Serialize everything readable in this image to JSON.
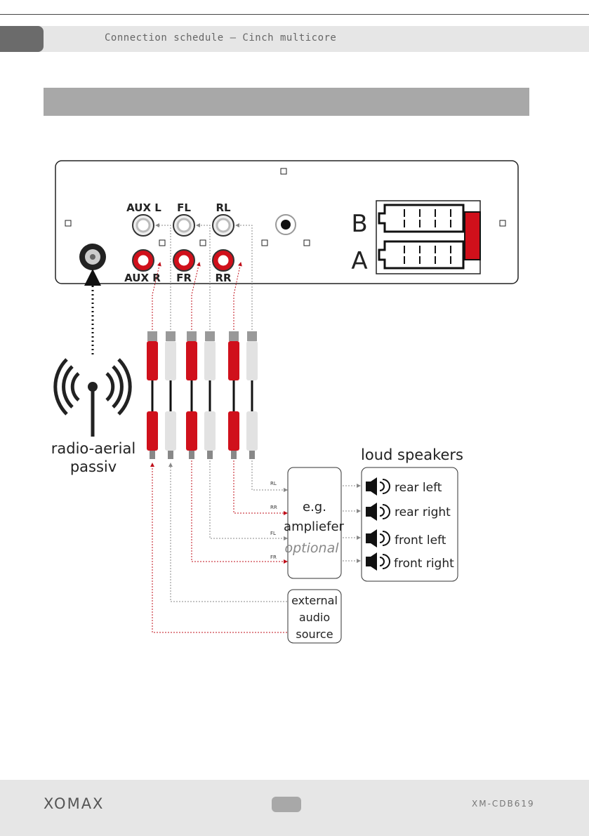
{
  "header": {
    "title": "Connection schedule – Cinch multicore"
  },
  "radio_panel": {
    "jack_labels_top": [
      "AUX L",
      "FL",
      "RL"
    ],
    "jack_labels_bottom": [
      "AUX R",
      "FR",
      "RR"
    ],
    "iso_connector_labels": [
      "B",
      "A"
    ]
  },
  "aerial": {
    "line1": "radio-aerial",
    "line2": "passiv"
  },
  "amplifier": {
    "line1": "e.g.",
    "line2": "ampliefer",
    "line3": "optional",
    "inputs": [
      "RL",
      "RR",
      "FL",
      "FR"
    ]
  },
  "speakers": {
    "title": "loud speakers",
    "items": [
      "rear left",
      "rear right",
      "front left",
      "front right"
    ]
  },
  "external_source": {
    "line1": "external",
    "line2": "audio",
    "line3": "source"
  },
  "footer": {
    "brand": "XOMAX",
    "model": "XM-CDB619"
  },
  "colors": {
    "red": "#d0101b",
    "grey": "#aaaaaa",
    "header": "#e6e6e6",
    "section": "#a8a8a8"
  }
}
